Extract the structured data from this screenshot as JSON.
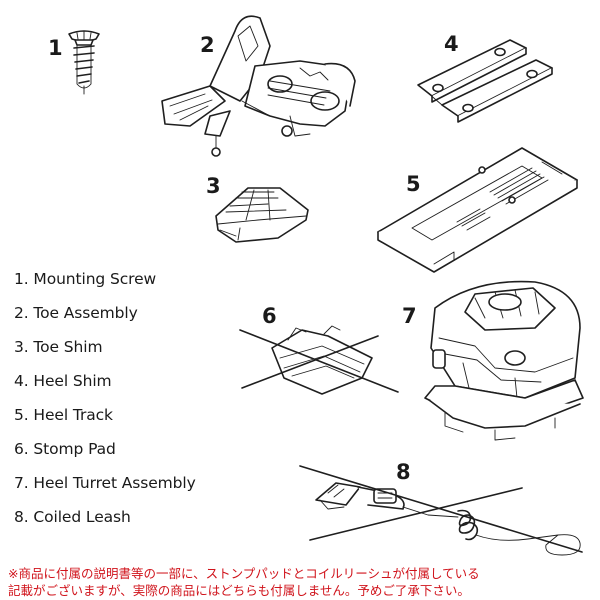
{
  "callouts": [
    "1",
    "2",
    "3",
    "4",
    "5",
    "6",
    "7",
    "8"
  ],
  "legend": [
    "1. Mounting Screw",
    "2. Toe Assembly",
    "3. Toe Shim",
    "4. Heel Shim",
    "5. Heel Track",
    "6. Stomp Pad",
    "7. Heel Turret Assembly",
    "8. Coiled Leash"
  ],
  "notice": {
    "line1": "※商品に付属の説明書等の一部に、ストンプパッドとコイルリーシュが付属している",
    "line2": "記載がございますが、実際の商品にはどちらも付属しません。予めご了承下さい。"
  },
  "colors": {
    "strike": "#d0131b",
    "notice": "#d0131b",
    "ink": "#1a1a1a"
  }
}
